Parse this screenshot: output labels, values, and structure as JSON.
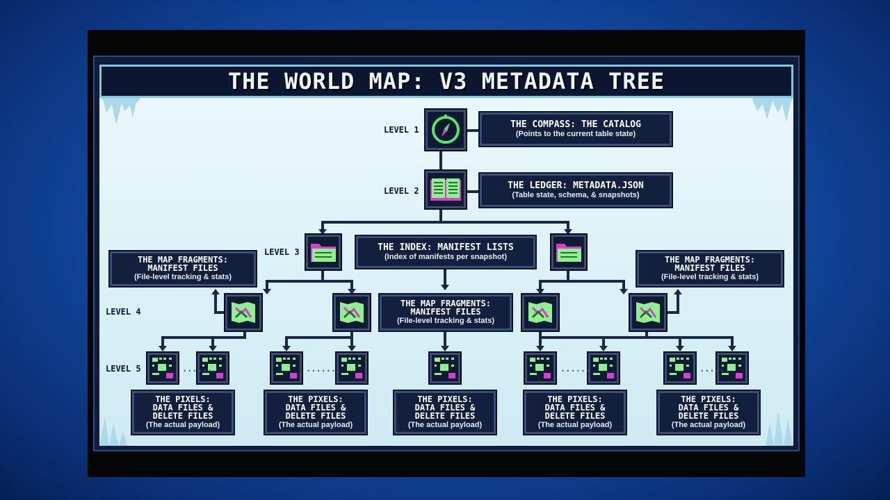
{
  "title": "THE WORLD MAP: V3 METADATA TREE",
  "levels": {
    "l1": "LEVEL 1",
    "l2": "LEVEL 2",
    "l3": "LEVEL 3",
    "l4": "LEVEL 4",
    "l5": "LEVEL 5"
  },
  "catalog": {
    "title": "THE COMPASS: THE CATALOG",
    "subtitle": "(Points to the current table state)"
  },
  "ledger": {
    "title": "THE LEDGER: METADATA.JSON",
    "subtitle": "(Table state, schema, & snapshots)"
  },
  "index": {
    "title": "THE INDEX: MANIFEST LISTS",
    "subtitle": "(Index of manifests per snapshot)"
  },
  "fragments": {
    "line1": "THE MAP FRAGMENTS:",
    "line2": "MANIFEST FILES",
    "subtitle": "(File-level tracking & stats)"
  },
  "pixels": {
    "line1": "THE PIXELS:",
    "line2": "DATA FILES &",
    "line3": "DELETE FILES",
    "subtitle": "(The actual payload)"
  },
  "ellipsis": "......",
  "colors": {
    "accent_green": "#5fe06a",
    "accent_magenta": "#d83fcf",
    "box_bg": "#13203d",
    "sky": "#e2f4f9"
  },
  "icons": [
    "compass-icon",
    "ledger-book-icon",
    "folder-icon",
    "map-fragment-icon",
    "data-file-icon"
  ]
}
